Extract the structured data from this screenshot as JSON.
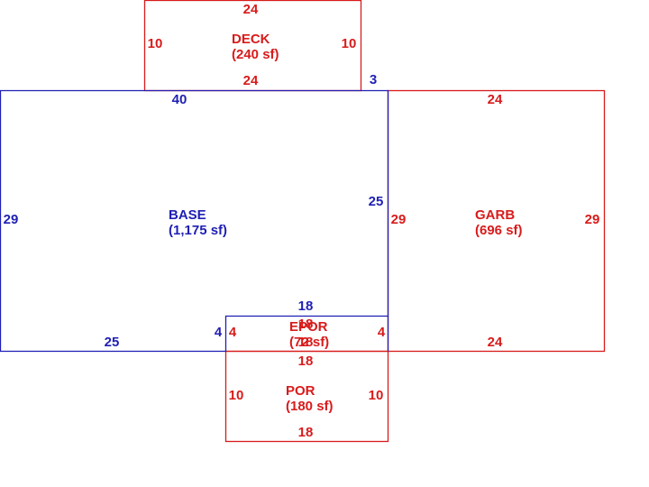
{
  "colors": {
    "base": "#1f1fb4",
    "addition": "#d81b1b"
  },
  "areas": {
    "deck": {
      "name": "DECK",
      "area": "(240 sf)",
      "dims": {
        "top": "24",
        "bottom": "24",
        "left": "10",
        "right": "10"
      }
    },
    "base": {
      "name": "BASE",
      "area": "(1,175 sf)",
      "dims": {
        "top": "40",
        "left": "29",
        "right": "25",
        "bottom": "25",
        "notch_side": "4",
        "notch_top": "18",
        "offset_right": "3"
      }
    },
    "garb": {
      "name": "GARB",
      "area": "(696 sf)",
      "dims": {
        "top": "24",
        "bottom": "24",
        "left": "29",
        "right": "29"
      }
    },
    "epor": {
      "name": "EPOR",
      "area": "(72 sf)",
      "dims": {
        "top": "18",
        "bottom": "18",
        "left": "4",
        "right": "4"
      }
    },
    "por": {
      "name": "POR",
      "area": "(180 sf)",
      "dims": {
        "top": "18",
        "bottom": "18",
        "left": "10",
        "right": "10"
      }
    }
  }
}
